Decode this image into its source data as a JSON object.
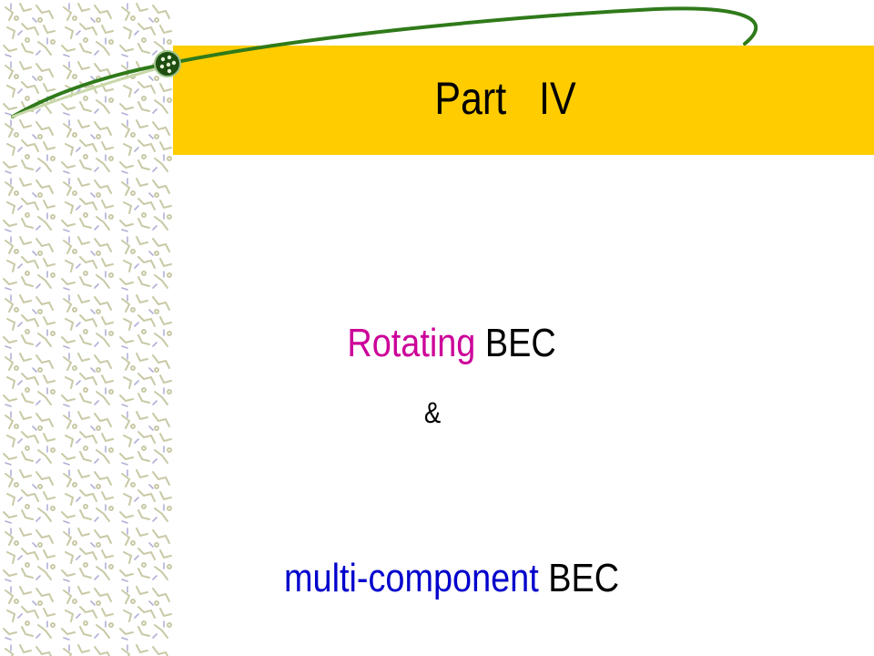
{
  "slide": {
    "title": "Part   IV",
    "line1": {
      "highlight": "Rotating",
      "rest": " BEC",
      "highlight_color": "#cc0099"
    },
    "line2": {
      "text": "&"
    },
    "line3": {
      "highlight": "multi-component",
      "rest": " BEC",
      "highlight_color": "#0000cc"
    },
    "colors": {
      "title_band": "#ffcc00",
      "swoosh": "#2f7a1a",
      "background": "#ffffff"
    }
  }
}
